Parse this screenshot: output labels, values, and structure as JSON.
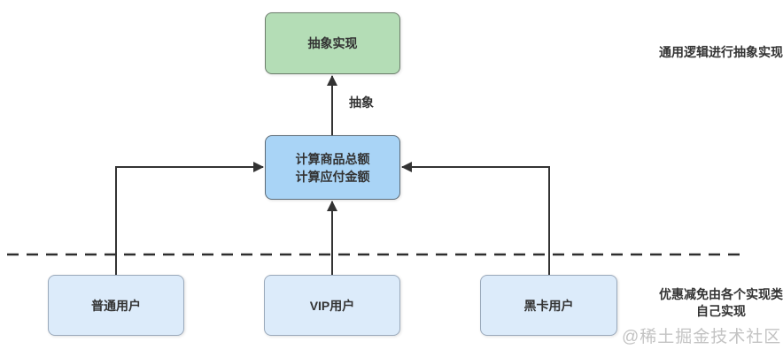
{
  "diagram": {
    "nodes": {
      "abstract": {
        "label": "抽象实现"
      },
      "calc": {
        "label": "计算商品总额\n计算应付金额"
      },
      "normal": {
        "label": "普通用户"
      },
      "vip": {
        "label": "VIP用户"
      },
      "black": {
        "label": "黑卡用户"
      }
    },
    "edge_labels": {
      "abstract": "抽象"
    },
    "annotations": {
      "top_right": "通用逻辑进行抽象实现",
      "bottom_right": "优惠减免由各个实现类自己实现"
    },
    "watermark": "@稀土掘金技术社区",
    "colors": {
      "abstract_fill": "#b4ddb6",
      "abstract_border": "#6c7d6c",
      "calc_fill": "#a9d4f6",
      "calc_border": "#5c6b77",
      "user_fill": "#dcebfa",
      "user_border": "#9aa9bb",
      "line": "#333333",
      "text": "#333333",
      "watermark": "#c3c3c3"
    }
  }
}
